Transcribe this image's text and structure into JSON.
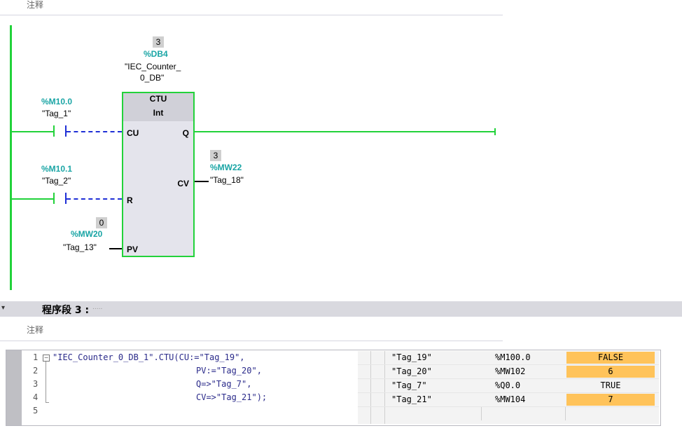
{
  "network2": {
    "comment_label": "注释",
    "block": {
      "instance_value": "3",
      "instance_addr": "%DB4",
      "instance_name_line1": "\"IEC_Counter_",
      "instance_name_line2": "0_DB\"",
      "type": "CTU",
      "datatype": "Int",
      "pin_cu": "CU",
      "pin_r": "R",
      "pin_pv": "PV",
      "pin_q": "Q",
      "pin_cv": "CV"
    },
    "contact1": {
      "addr": "%M10.0",
      "tag": "\"Tag_1\""
    },
    "contact2": {
      "addr": "%M10.1",
      "tag": "\"Tag_2\""
    },
    "pv": {
      "value": "0",
      "addr": "%MW20",
      "tag": "\"Tag_13\""
    },
    "cv": {
      "value": "3",
      "addr": "%MW22",
      "tag": "\"Tag_18\""
    }
  },
  "network3": {
    "title": "程序段 3 :",
    "title_suffix": ".....",
    "comment_label": "注释",
    "code_lines": [
      {
        "num": "1",
        "text": "\"IEC_Counter_0_DB_1\".CTU(CU:=\"Tag_19\","
      },
      {
        "num": "2",
        "text": "PV:=\"Tag_20\","
      },
      {
        "num": "3",
        "text": "Q=>\"Tag_7\","
      },
      {
        "num": "4",
        "text": "CV=>\"Tag_21\");"
      },
      {
        "num": "5",
        "text": ""
      }
    ],
    "monitor": [
      {
        "tag": "\"Tag_19\"",
        "addr": "%M100.0",
        "value": "FALSE",
        "highlight": true
      },
      {
        "tag": "\"Tag_20\"",
        "addr": "%MW102",
        "value": "6",
        "highlight": true
      },
      {
        "tag": "\"Tag_7\"",
        "addr": "%Q0.0",
        "value": "TRUE",
        "highlight": false
      },
      {
        "tag": "\"Tag_21\"",
        "addr": "%MW104",
        "value": "7",
        "highlight": true
      }
    ]
  },
  "colors": {
    "power_flow": "#22d23a",
    "no_flow": "#1f2fd6",
    "address": "#1aa5a5",
    "monitor_highlight": "#ffc35a"
  }
}
